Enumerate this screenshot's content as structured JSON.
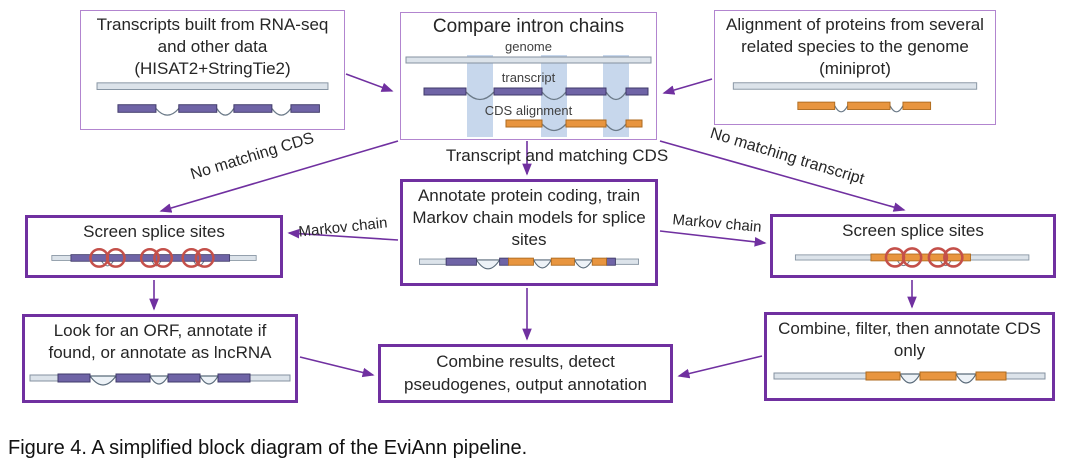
{
  "caption": "Figure 4. A simplified block diagram of the EviAnn pipeline.",
  "colors": {
    "accent_purple": "#7030a0",
    "light_box_border": "#b285cf",
    "exon_purple": "#6f64a6",
    "exon_orange": "#e8953f",
    "genome_gray": "#dce3ea",
    "intron_highlight_blue": "#c7d7ec",
    "splice_circle_red": "#c4504a"
  },
  "boxes": {
    "rna_transcripts": {
      "label": "Transcripts built from RNA-seq and other data (HISAT2+StringTie2)"
    },
    "compare_intron_chains": {
      "label": "Compare intron chains",
      "genome_label": "genome",
      "transcript_label": "transcript",
      "cds_label": "CDS alignment"
    },
    "protein_alignment": {
      "label": "Alignment of proteins from several related species to the genome (miniprot)"
    },
    "screen_splice_left": {
      "label": "Screen splice sites"
    },
    "annotate_protein": {
      "label": "Annotate protein coding, train Markov chain models for splice sites"
    },
    "screen_splice_right": {
      "label": "Screen splice sites"
    },
    "orf_lncrna": {
      "label": "Look for an ORF, annotate if found, or annotate as lncRNA"
    },
    "combine_results": {
      "label": "Combine results, detect pseudogenes, output annotation"
    },
    "combine_filter": {
      "label": "Combine, filter, then annotate CDS only"
    }
  },
  "edge_labels": {
    "no_matching_cds": "No matching CDS",
    "transcript_matching_cds": "Transcript and matching CDS",
    "no_matching_transcript": "No matching transcript",
    "markov_chain_left": "Markov chain",
    "markov_chain_right": "Markov chain"
  }
}
